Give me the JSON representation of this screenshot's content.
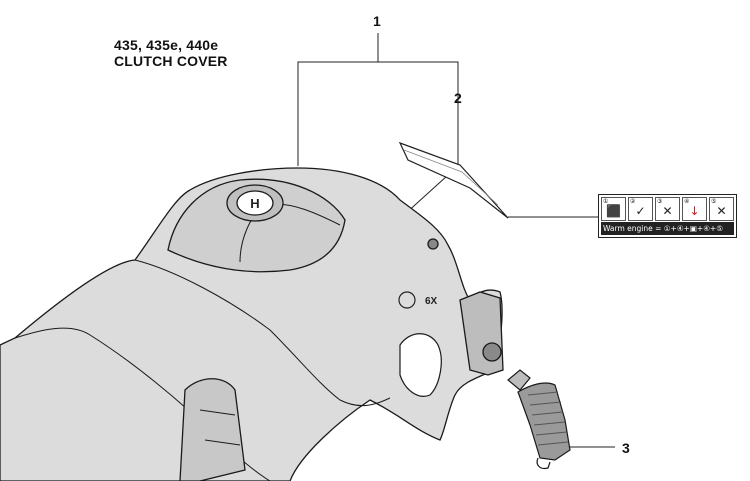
{
  "title": {
    "models": "435, 435e, 440e",
    "part": "CLUTCH COVER"
  },
  "callouts": {
    "c1": "1",
    "c2": "2",
    "c3": "3"
  },
  "decal": {
    "icons": [
      {
        "num": "①",
        "glyph": "⬛",
        "icon": "choke-icon"
      },
      {
        "num": "②",
        "glyph": "✓",
        "icon": "primer-icon"
      },
      {
        "num": "③",
        "glyph": "✕",
        "icon": "pull-icon"
      },
      {
        "num": "④",
        "glyph": "↓",
        "icon": "half-throttle-icon"
      },
      {
        "num": "⑤",
        "glyph": "✕",
        "icon": "restart-icon"
      }
    ],
    "caption": "Warm engine = ①+④+▣+④+⑤",
    "accent_color": "#e0141e"
  },
  "logo_text": "6X"
}
